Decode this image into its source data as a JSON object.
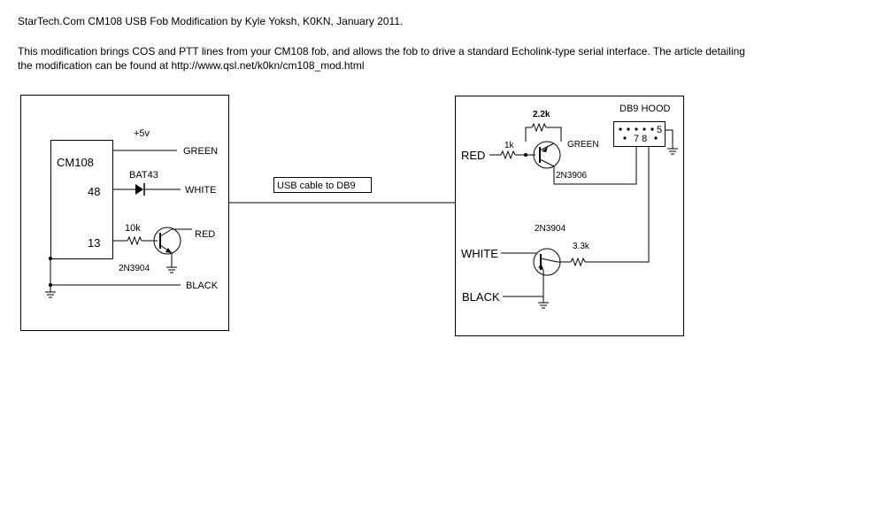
{
  "header": {
    "title": "StarTech.Com CM108 USB Fob Modification by Kyle Yoksh, K0KN, January 2011.",
    "line1": "This modification brings COS and PTT lines from your CM108 fob, and allows the fob to drive a standard Echolink-type serial interface. The article detailing",
    "line2": "the modification can be found at http://www.qsl.net/k0kn/cm108_mod.html"
  },
  "left_board": {
    "chip": "CM108",
    "pin48": "48",
    "pin13": "13",
    "supply": "+5v",
    "diode": "BAT43",
    "resistor": "10k",
    "transistor": "2N3904",
    "wire_green": "GREEN",
    "wire_white": "WHITE",
    "wire_red": "RED",
    "wire_black": "BLACK"
  },
  "cable": {
    "label": "USB cable to DB9"
  },
  "right_board": {
    "hood": "DB9 HOOD",
    "pin5": "5",
    "pins78": "7 8",
    "r_top": "2.2k",
    "r_base": "1k",
    "green": "GREEN",
    "q_top": "2N3906",
    "red": "RED",
    "q_bottom": "2N3904",
    "r_bottom": "3.3k",
    "white": "WHITE",
    "black": "BLACK"
  }
}
